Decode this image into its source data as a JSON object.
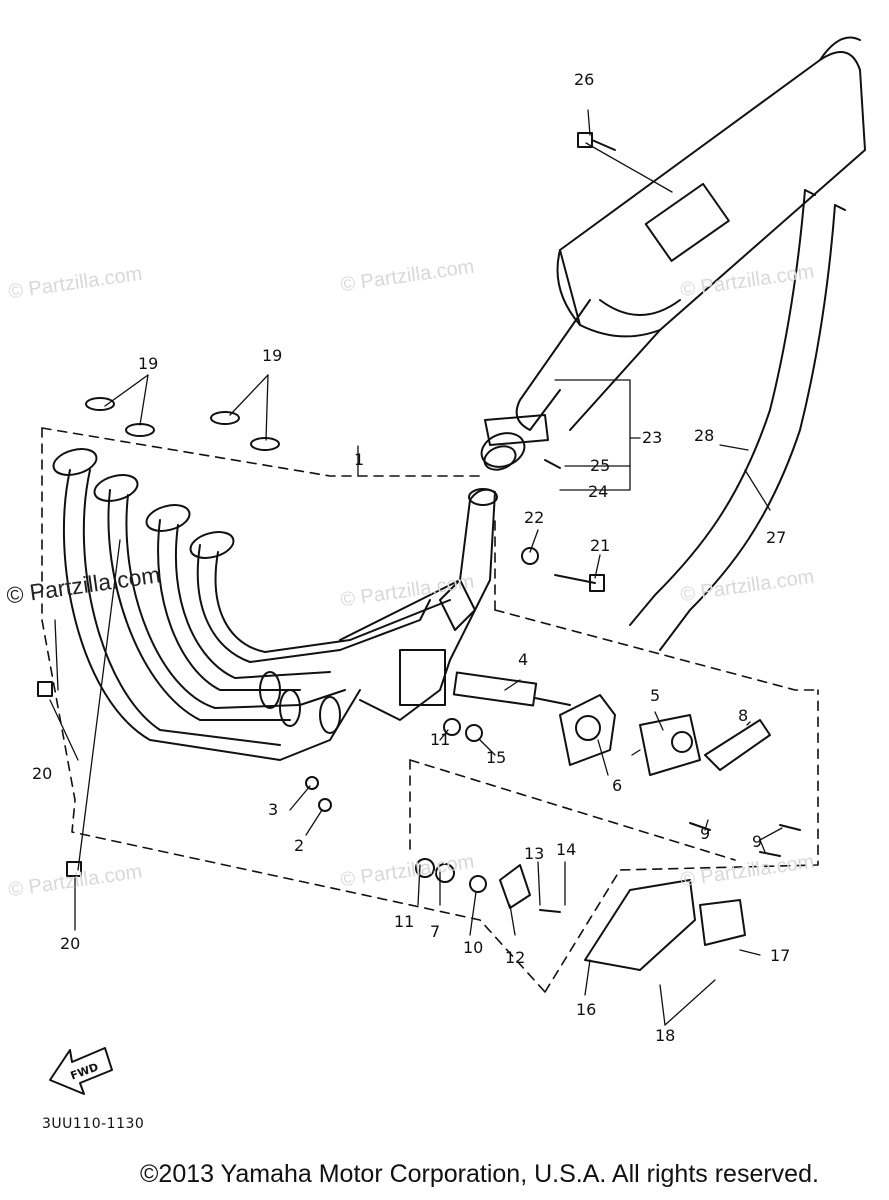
{
  "diagram": {
    "code": "3UU110-1130",
    "copyright": "©2013 Yamaha Motor Corporation, U.S.A. All rights reserved.",
    "fwd_label": "FWD",
    "watermark": "© Partzilla.com",
    "callouts": [
      "1",
      "2",
      "3",
      "4",
      "5",
      "6",
      "7",
      "8",
      "9",
      "9",
      "10",
      "11",
      "11",
      "12",
      "13",
      "14",
      "15",
      "16",
      "17",
      "18",
      "19",
      "19",
      "20",
      "20",
      "21",
      "22",
      "23",
      "24",
      "25",
      "26",
      "27",
      "28"
    ]
  }
}
